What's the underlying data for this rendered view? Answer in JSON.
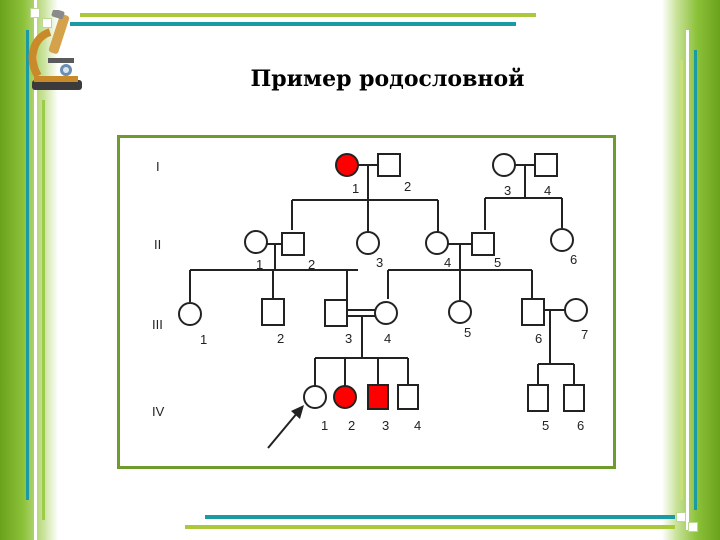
{
  "title": "Пример родословной",
  "colors": {
    "affected": "#ff0000",
    "unaffected": "#ffffff",
    "frame_green": "#6aa21c",
    "accent_teal": "#1b9aa3",
    "panel_border": "#6f9a2c"
  },
  "decorative": {
    "logo": "microscope-icon"
  },
  "pedigree": {
    "generations": [
      "I",
      "II",
      "III",
      "IV"
    ],
    "generation_I": {
      "labels": [
        "1",
        "2",
        "3",
        "4"
      ],
      "affected": [
        "1"
      ]
    },
    "generation_II": {
      "labels": [
        "1",
        "2",
        "3",
        "4",
        "5",
        "6"
      ],
      "affected": []
    },
    "generation_III": {
      "labels": [
        "1",
        "2",
        "3",
        "4",
        "5",
        "6",
        "7"
      ],
      "affected": []
    },
    "generation_IV": {
      "labels": [
        "1",
        "2",
        "3",
        "4",
        "5",
        "6"
      ],
      "affected": [
        "2",
        "3"
      ],
      "proband": "1"
    }
  }
}
